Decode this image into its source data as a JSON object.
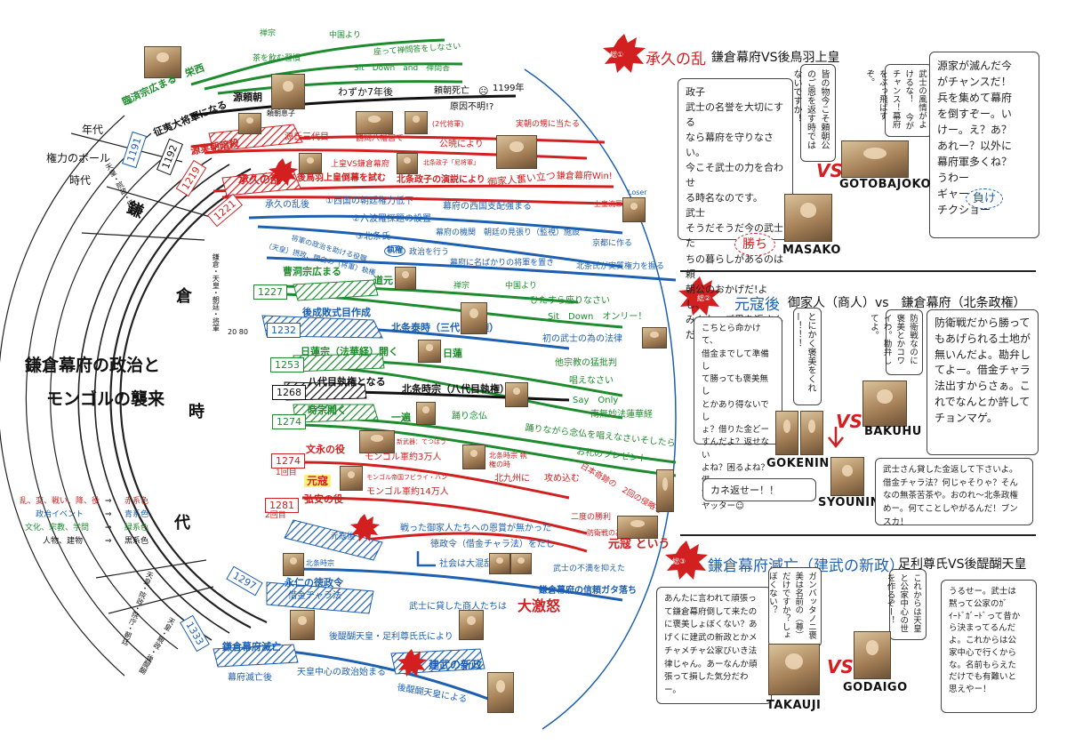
{
  "title": {
    "line1": "鎌倉幕府の政治と",
    "line2": "モンゴルの襲来"
  },
  "legend": {
    "rows": [
      {
        "left": "乱、変、戦い、降、役",
        "arrow": "⇒",
        "right": "赤系色",
        "color": "#d21f1f"
      },
      {
        "left": "政治イベント",
        "arrow": "⇒",
        "right": "青系色",
        "color": "#1d5fb0"
      },
      {
        "left": "文化、宗教、学問",
        "arrow": "⇒",
        "right": "緑系色",
        "color": "#1e8c2e"
      },
      {
        "left": "人物、建物",
        "arrow": "⇒",
        "right": "黒系色",
        "color": "#111111"
      }
    ]
  },
  "axis": {
    "nendai": "年代",
    "kenryoku": "権力のボール",
    "jidai": "時代",
    "kamakura_chars": [
      "鎌",
      "倉",
      "時",
      "代"
    ],
    "ring_texts": [
      "天皇・院政・摂関",
      "鎌倉・天皇・朝廷・将軍",
      "天皇・院政・院庁・朝廷",
      "天皇・親政・後醍醐"
    ],
    "ring_nums": "20 80"
  },
  "years": [
    "1191",
    "1192",
    "1219",
    "1221",
    "1227",
    "1232",
    "1253",
    "1268",
    "1274",
    "1274",
    "1281",
    "1297",
    "1333"
  ],
  "timeline_labels": {
    "rinzai": "臨済宗広まる",
    "eisai": "栄西",
    "zensyu": "禅宗",
    "chugoku": "中国より",
    "sa": "茶を飲む習慣",
    "zazen": "座って禅問答をしなさい",
    "sitdown1": "Sit　Down　and　禅問答",
    "seii": "征夷大将軍になる",
    "yoritomo": "源頼朝",
    "yoritomo_son": "頼朝息子",
    "wazuka": "わずか7年後",
    "shibo": "頼朝死亡",
    "skull": "☹",
    "y1199": "1199年",
    "gen_in": "原因不明!?",
    "sanetomo": "源実朝暗殺",
    "genji": "源氏三代目",
    "hachimangu": "鶴岡八幡宮で",
    "kugyo": "公暁により",
    "sanetomo_hi": "実朝の甥に当たる",
    "nisshi": "(2代将軍)",
    "jokyu": "承久の乱",
    "gotoba_kamakura": "上皇VS鎌倉幕府",
    "gotoba_tobatsu": "後鳥羽上皇倒幕を試む",
    "masako_speech": "北条政子の演説により",
    "gokenin_stand": "御家人奮い立つ",
    "win": "鎌倉幕府Win!",
    "masako_tag": "北条政子「尼将軍」",
    "loser": "Loser",
    "jokyu_ruined": "上皇流罪",
    "jokyu_after": "承久の乱後",
    "west_power": "①西国の朝廷権力低下",
    "west_rule": "幕府の西国支配強まる",
    "rokuhara": "②六波羅探題の設置",
    "kanshi": "幕府の機関　朝廷の見張り（監視）施設",
    "kyoto": "京都に作る",
    "shikken": "③北条氏",
    "shikken2": "執権",
    "shikken3": "政治を行う",
    "shogun_ijo": "将軍の政治を助ける役職",
    "tenno_ei": "（天皇）摂政、関白の（将軍）執権",
    "nami_shogun": "幕府に名ばかりの将軍を置き",
    "hojo_real": "北条氏が実質権力を握る",
    "soto": "曹洞宗広まる",
    "dogen": "道元",
    "zen2": "禅宗",
    "chugoku2": "中国より",
    "hitasura": "ひたすら座りなさい",
    "sitdown2": "Sit　Down　オンリー！",
    "goseibai": "後成敗式目作成",
    "yasutoki": "北条泰時（三代目執権）",
    "buke_law": "初の武士の為の法律",
    "nichiren": "日蓮宗（法華経）開く",
    "nichiren_p": "日蓮",
    "taha": "他宗教の猛批判",
    "tonae": "唱えなさい",
    "sayonly": "Say　Only",
    "namu": "南無妙法蓮華経",
    "hachidai": "八代目執権となる",
    "tokimune": "北条時宗（八代目執権）",
    "jishu": "時宗開く",
    "ippen": "一遍",
    "odori": "踊り念仏",
    "odori2": "踊りながら念仏を唱えなさいそしたら",
    "present": "お礼のプレゼント",
    "bunei": "文永の役",
    "shin_buki": "新武器：てつはう",
    "mongol30k": "モンゴル軍約3万人",
    "tokimune_tag": "北条時宗 執権の時",
    "kai1": "1回目",
    "genko": "元寇",
    "kublai": "モンゴル帝国フビライ・ハン",
    "koan": "弘安の役",
    "mongol140k": "モンゴル軍約14万人",
    "kyushu": "北九州に",
    "attack": "攻め込む",
    "kai2": "2回目",
    "defend": "日本奇跡の　2回の侵略を",
    "defend2": "二度の勝利",
    "bouei": "防衛戦の為",
    "genko_iu": "元寇 という",
    "genkogo": "元寇後",
    "onsho": "戦った御家人たちへの恩賞が無かった",
    "tokusei": "徳政令（借金チャラ法）をだし",
    "konran": "社会は大混乱",
    "fuman": "武士の不満を抑えた",
    "hojo_tag": "北条時宗",
    "einin": "永仁の徳政令",
    "shakkin": "借金チャラ法",
    "shinrai": "鎌倉幕府の信頼ガタ落ち",
    "shonin": "武士に貸した商人たちは",
    "gekido": "大激怒",
    "godaigo_ashikaga": "後醍醐天皇・足利尊氏氏により",
    "metsubo": "鎌倉幕府滅亡",
    "bakufu_end": "幕府滅亡後",
    "tenno_center": "天皇中心の政治始まる",
    "kenmu": "建武の新政",
    "godaigo_yoru": "後醍醐天皇による"
  },
  "panel1": {
    "badge": "総①",
    "title": "承久の乱",
    "subtitle": "鎌倉幕府VS後鳥羽上皇",
    "masako_speech": "政子\n武士の名誉を大切にする\nなら幕府を守りなさい。\n今こそ武士の力を合わせ\nる時名なのです。\n武士\nそうだそうだ今の武士た\nちの暮らしがあるのは頼\n朝公のおかげだ!よし、\nみんな、ご恩を返さん\nだー。オー！",
    "vertical_bubble": "皆の物今こそ頼朝公のご恩を返す時ではないですか！",
    "samurai_bubble": "武士の風情がよけるな！ 今がチャンス！幕府をぶっ飛ばすぞ。",
    "gotoba_bubble": "源家が滅んだ今\nがチャンスだ！\n兵を集めて幕府\nを倒すぞー。い\nけー。え？あ？\nあれー？以外に\n幕府軍多くね？\nうわー\nギャー\nチクショー",
    "win_label": "勝ち",
    "lose_label": "負け",
    "vs": "VS",
    "left_name": "MASAKO",
    "right_name": "GOTOBAJOKO"
  },
  "panel2": {
    "badge": "総②",
    "title": "元寇後",
    "subtitle": "御家人（商人）vs　鎌倉幕府（北条政権）",
    "gokenin_text": "こちとら命かけて、\n借金までして準備し\nて勝っても褒美無し\nとかあり得ないでし\nょ？借りた金どー\nすんだよ？返せない\nよね？困るよね？借\n金チャラ法？\nヤッター☺",
    "gokenin_vert": "とにかく褒美をくれー！！！",
    "bakufu_vert": "防衛戦なのに褒美とかコワイわ。勘弁してよ。",
    "bakuhu_text": "防衛戦だから勝って\nもあげられる土地が\n無いんだよ。勘弁し\nてよー。借金チャラ\n法出すからさぁ。こ\nれでなんとか許して\nチョンマゲ。",
    "shonin_text": "武士さん貸した金返して下さいよ。借金チャラ法？何じゃそりゃ？そんなの無茶苦茶や。おのれ～北条政権めー。何てことしやがるんだ！ブンスカ！",
    "kane": "カネ返せー！！",
    "vs": "VS",
    "name_gokenin": "GOKENIN",
    "name_bakuhu": "BAKUHU",
    "name_syounin": "SYOUNIN"
  },
  "panel3": {
    "badge": "総③",
    "title": "鎌倉幕府滅亡（建武の新政）",
    "subtitle": "足利尊氏VS後醍醐天皇",
    "takauji_text": "あんたに言われて頑張っ\nて鎌倉幕府倒して来たの\nに褒美しょぼくない？あ\nげくに建武の新政とかメ\nチャメチャ公家びいき法\n律じゃん。あーなんか頑\n張って損した気分だわー。",
    "vert_a": "ガンバッタノニ褒美は名前の（尊）だけですか？しょぼくない？",
    "vert_b": "これからは天皇と公家中心の世を作るぞー！",
    "godaigo_text": "うるせー。武士は\n黙って公家のｶﾞ\nｲｰﾄﾞｶﾞｰﾄﾞって昔か\nら決まってるんだ\nよ。これからは公\n家中心で行くから\nな。名前もらえた\nだけでも有難いと\n思えやー！",
    "vs": "VS",
    "left_name": "TAKAUJI",
    "right_name": "GODAIGO"
  },
  "colors": {
    "red": "#d21f1f",
    "blue": "#1d5fb0",
    "green": "#1e8c2e",
    "black": "#111111"
  }
}
